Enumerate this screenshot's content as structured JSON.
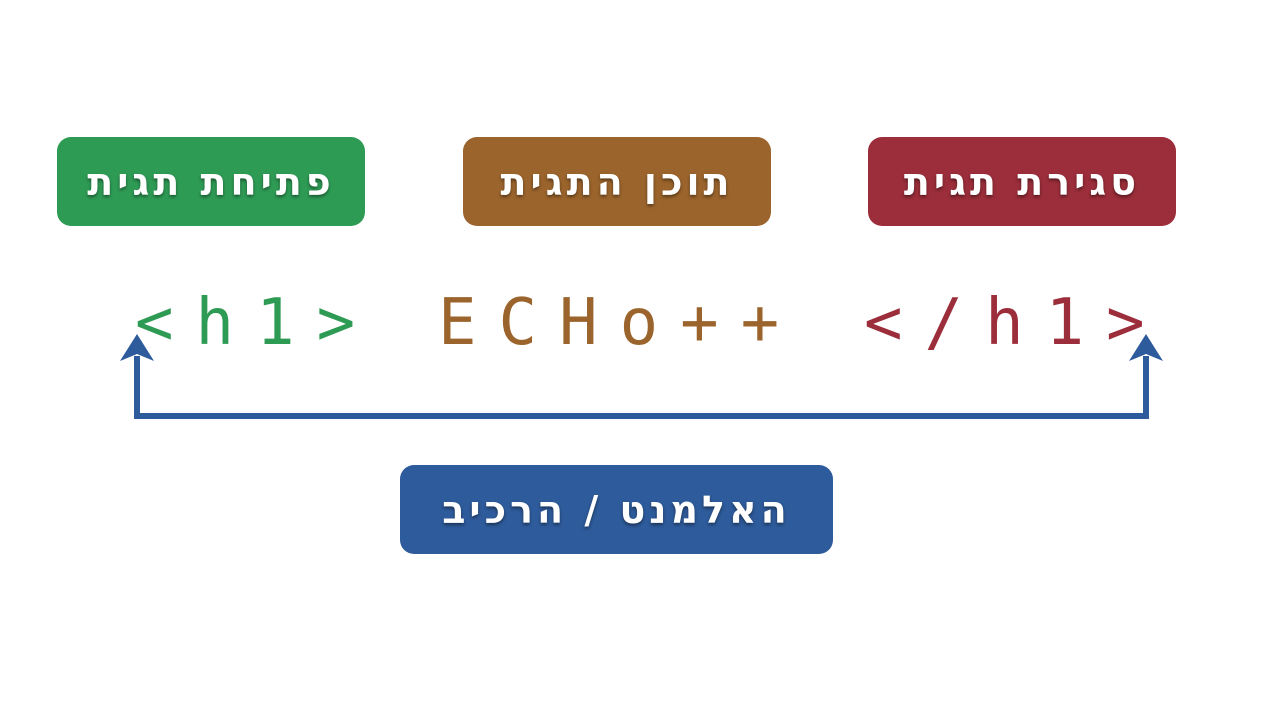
{
  "colors": {
    "open": "#2e9b55",
    "content": "#9b642c",
    "close": "#9b2e3a",
    "element": "#2e5b9b"
  },
  "labels": {
    "opening_tag": "פתיחת תגית",
    "tag_content": "תוכן התגית",
    "closing_tag": "סגירת תגית",
    "element": "האלמנט / הרכיב"
  },
  "code": {
    "opening_tag": "<h1>",
    "content": "ECHo++",
    "closing_tag": "</h1>"
  }
}
